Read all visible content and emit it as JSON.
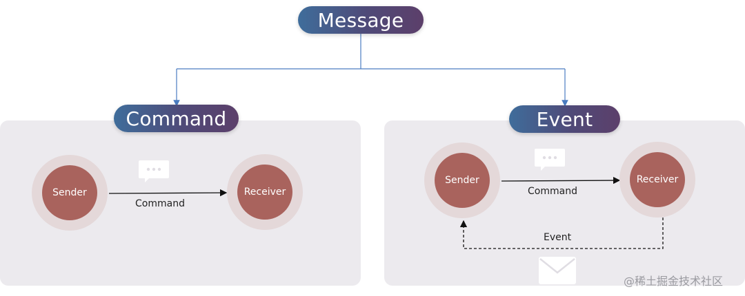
{
  "root": {
    "label": "Message"
  },
  "command_panel": {
    "title": "Command",
    "sender": "Sender",
    "receiver": "Receiver",
    "arrow_label": "Command"
  },
  "event_panel": {
    "title": "Event",
    "sender": "Sender",
    "receiver": "Receiver",
    "command_label": "Command",
    "event_label": "Event"
  },
  "watermark": "@稀土掘金技术社区",
  "colors": {
    "pill_gradient_start": "#3f6d9b",
    "pill_gradient_end": "#5c3f6a",
    "node_fill": "#a9635d",
    "node_ring": "#e4d8d9",
    "panel_bg": "#eceaee",
    "connector": "#4a7cc0"
  },
  "icons": {
    "chat": "chat-bubble-icon",
    "mail": "envelope-icon"
  }
}
